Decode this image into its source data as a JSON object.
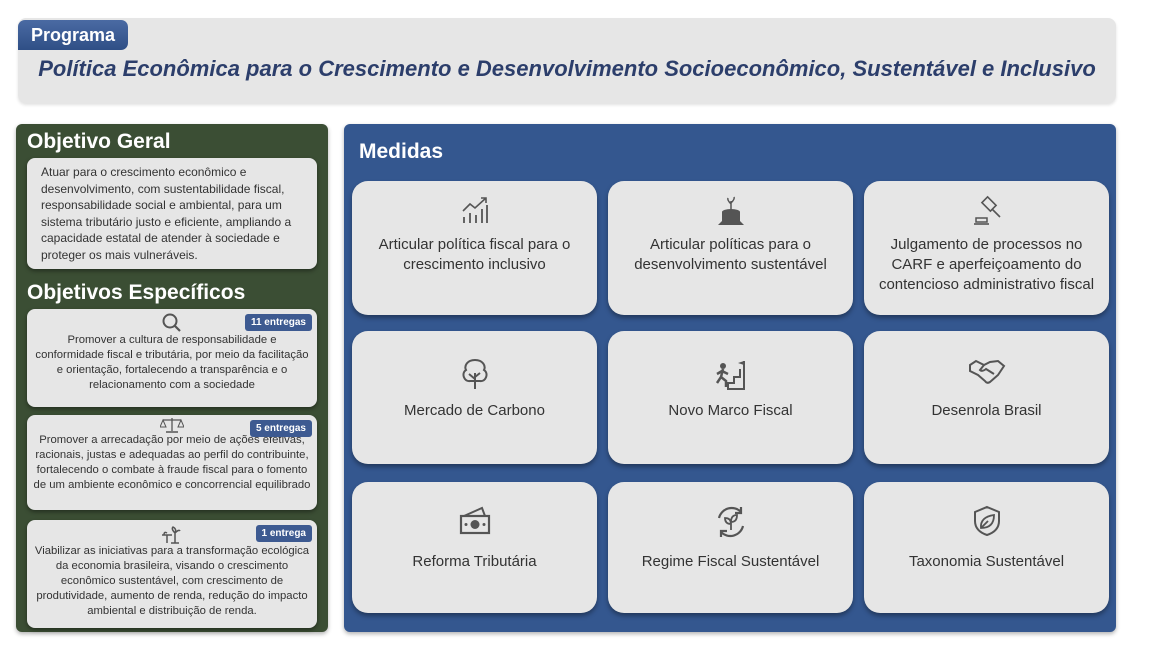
{
  "header": {
    "tab": "Programa",
    "title": "Política Econômica para o Crescimento e Desenvolvimento Socioeconômico, Sustentável e Inclusivo"
  },
  "objetivo_geral": {
    "heading": "Objetivo Geral",
    "text": "Atuar para o crescimento econômico e desenvolvimento, com sustentabilidade fiscal, responsabilidade social e ambiental, para um sistema tributário justo e eficiente, ampliando a capacidade estatal de atender à sociedade e proteger os mais vulneráveis."
  },
  "objetivos_especificos": {
    "heading": "Objetivos Específicos",
    "items": [
      {
        "icon": "search-icon",
        "badge": "11 entregas",
        "text": "Promover a cultura de responsabilidade e conformidade fiscal e tributária, por meio da facilitação e orientação, fortalecendo a transparência e o relacionamento com a sociedade"
      },
      {
        "icon": "scale-icon",
        "badge": "5 entregas",
        "text": "Promover a arrecadação por meio de ações efetivas, racionais, justas e adequadas ao perfil do contribuinte, fortalecendo o combate à fraude fiscal para o fomento de um ambiente econômico e concorrencial equilibrado"
      },
      {
        "icon": "sprout-icon",
        "badge": "1 entrega",
        "text": "Viabilizar as iniciativas para a transformação ecológica da economia brasileira, visando o crescimento econômico sustentável, com crescimento de produtividade, aumento de renda, redução do impacto ambiental e distribuição de renda."
      }
    ]
  },
  "medidas": {
    "heading": "Medidas",
    "items": [
      {
        "icon": "chart-growth-icon",
        "label": "Articular política fiscal para o crescimento inclusivo"
      },
      {
        "icon": "tree-stump-icon",
        "label": "Articular políticas para o desenvolvimento sustentável"
      },
      {
        "icon": "gavel-icon",
        "label": "Julgamento de processos no CARF e aperfeiçoamento do contencioso administrativo fiscal"
      },
      {
        "icon": "tree-icon",
        "label": "Mercado de Carbono"
      },
      {
        "icon": "climb-flag-icon",
        "label": "Novo Marco Fiscal"
      },
      {
        "icon": "handshake-icon",
        "label": "Desenrola Brasil"
      },
      {
        "icon": "money-icon",
        "label": "Reforma Tributária"
      },
      {
        "icon": "recycle-leaf-icon",
        "label": "Regime Fiscal Sustentável"
      },
      {
        "icon": "leaf-shield-icon",
        "label": "Taxonomia Sustentável"
      }
    ]
  }
}
